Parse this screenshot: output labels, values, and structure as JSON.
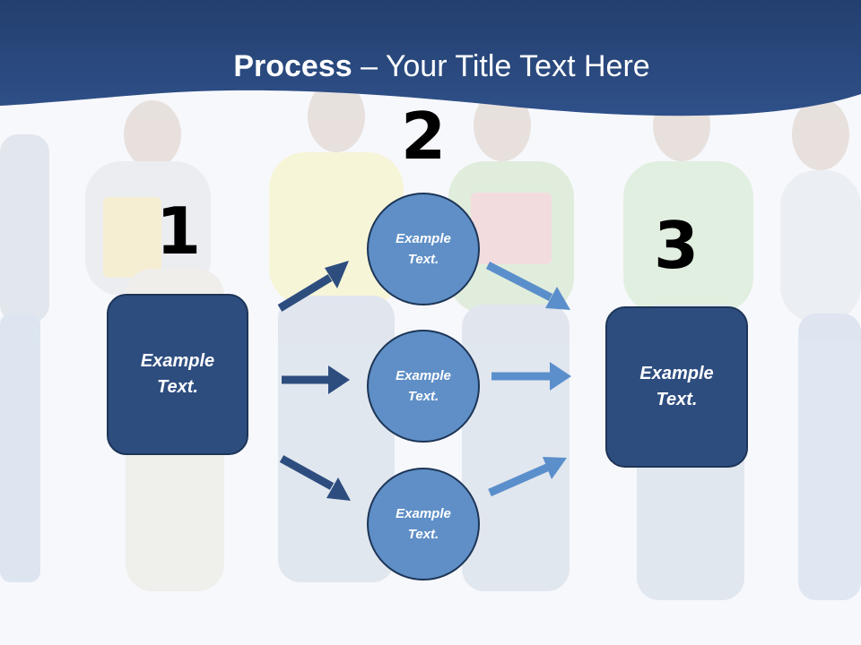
{
  "title": {
    "bold": "Process",
    "rest": " – Your Title Text Here"
  },
  "steps": {
    "one": "1",
    "two": "2",
    "three": "3"
  },
  "left_box": {
    "line1": "Example",
    "line2": "Text."
  },
  "circles": [
    {
      "line1": "Example",
      "line2": "Text."
    },
    {
      "line1": "Example",
      "line2": "Text."
    },
    {
      "line1": "Example",
      "line2": "Text."
    }
  ],
  "right_box": {
    "line1": "Example",
    "line2": "Text."
  },
  "colors": {
    "banner": "#2b4a7d",
    "box_fill": "#2e4d7f",
    "circle_fill": "#5f8fc6",
    "dark_arrow": "#2e4d7f",
    "light_arrow": "#5b8fcc"
  }
}
